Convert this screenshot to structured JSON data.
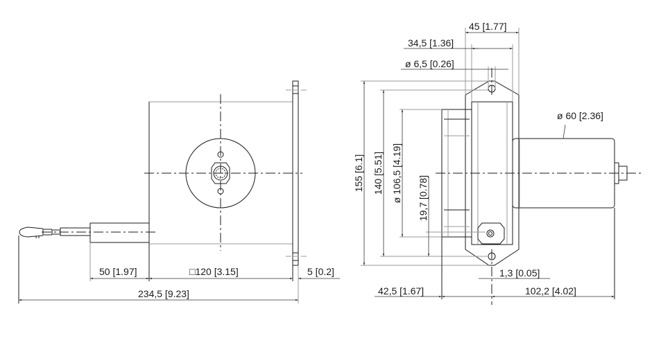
{
  "front_view": {
    "dimensions": {
      "cable_length": "50 [1.97]",
      "body_square": "□120 [3.15]",
      "plate_thickness": "5 [0.2]",
      "overall_length": "234,5 [9.23]"
    }
  },
  "side_view": {
    "dimensions": {
      "flange_width": "45 [1.77]",
      "body_width": "34,5 [1.36]",
      "hole_diameter": "ø 6,5 [0.26]",
      "cylinder_diameter": "ø 60 [2.36]",
      "overall_height": "155 [6.1]",
      "hole_spacing": "140 [5.51]",
      "drum_diameter": "ø 106,5 [4.19]",
      "cable_offset": "19,7  [0.78]",
      "cable_axis_offset": "1,3 [0.05]",
      "drum_depth": "42,5 [1.67]",
      "cylinder_length": "102,2 [4.02]"
    }
  }
}
